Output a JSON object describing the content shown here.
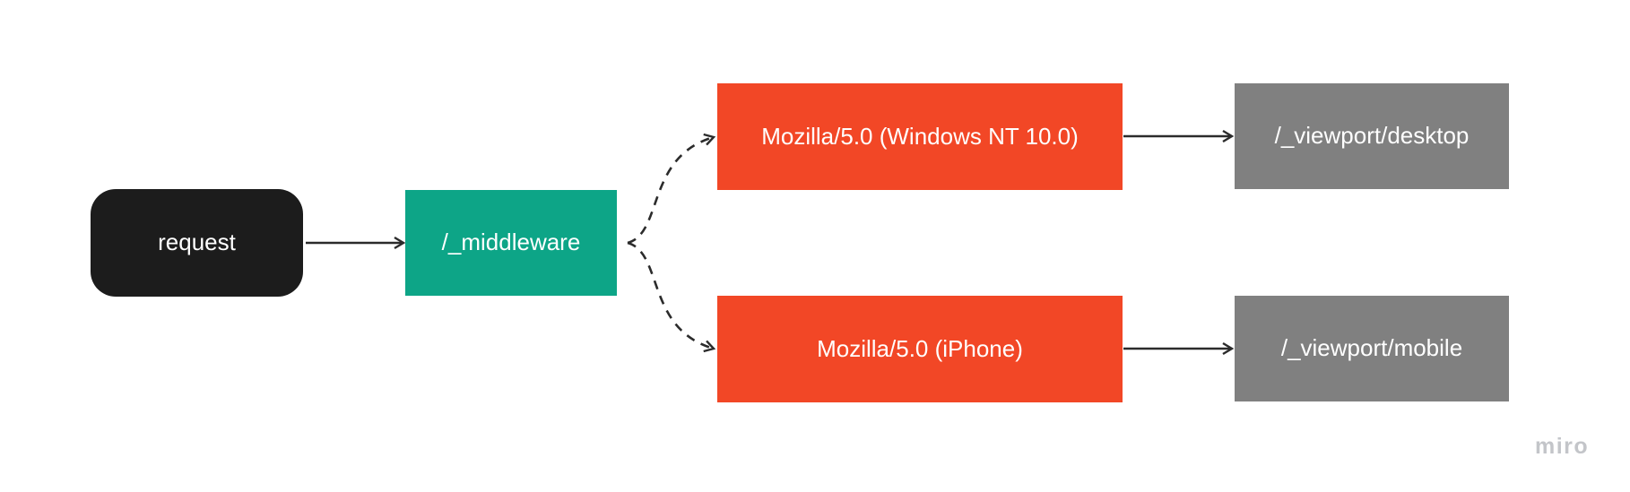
{
  "canvas": {
    "background": "#ffffff",
    "edge_color": "#2b2b2b"
  },
  "nodes": [
    {
      "id": "request",
      "label": "request",
      "bg": "#1c1c1c",
      "text_color": "#ffffff",
      "shape": "rounded-rectangle"
    },
    {
      "id": "middleware",
      "label": "/_middleware",
      "bg": "#0da587",
      "text_color": "#ffffff",
      "shape": "rectangle"
    },
    {
      "id": "ua-desktop",
      "label": "Mozilla/5.0 (Windows NT 10.0)",
      "bg": "#f24726",
      "text_color": "#ffffff",
      "shape": "rectangle"
    },
    {
      "id": "viewport-desktop",
      "label": "/_viewport/desktop",
      "bg": "#808080",
      "text_color": "#ffffff",
      "shape": "rectangle"
    },
    {
      "id": "ua-mobile",
      "label": "Mozilla/5.0 (iPhone)",
      "bg": "#f24726",
      "text_color": "#ffffff",
      "shape": "rectangle"
    },
    {
      "id": "viewport-mobile",
      "label": "/_viewport/mobile",
      "bg": "#808080",
      "text_color": "#ffffff",
      "shape": "rectangle"
    }
  ],
  "edges": [
    {
      "from": "request",
      "to": "middleware",
      "style": "solid-arrow"
    },
    {
      "from": "middleware",
      "to": "ua-desktop",
      "style": "dashed-arrow"
    },
    {
      "from": "middleware",
      "to": "ua-mobile",
      "style": "dashed-arrow"
    },
    {
      "from": "ua-desktop",
      "to": "viewport-desktop",
      "style": "solid-arrow"
    },
    {
      "from": "ua-mobile",
      "to": "viewport-mobile",
      "style": "solid-arrow"
    }
  ],
  "watermark": {
    "label": "miro",
    "color": "#c3c5c9"
  }
}
